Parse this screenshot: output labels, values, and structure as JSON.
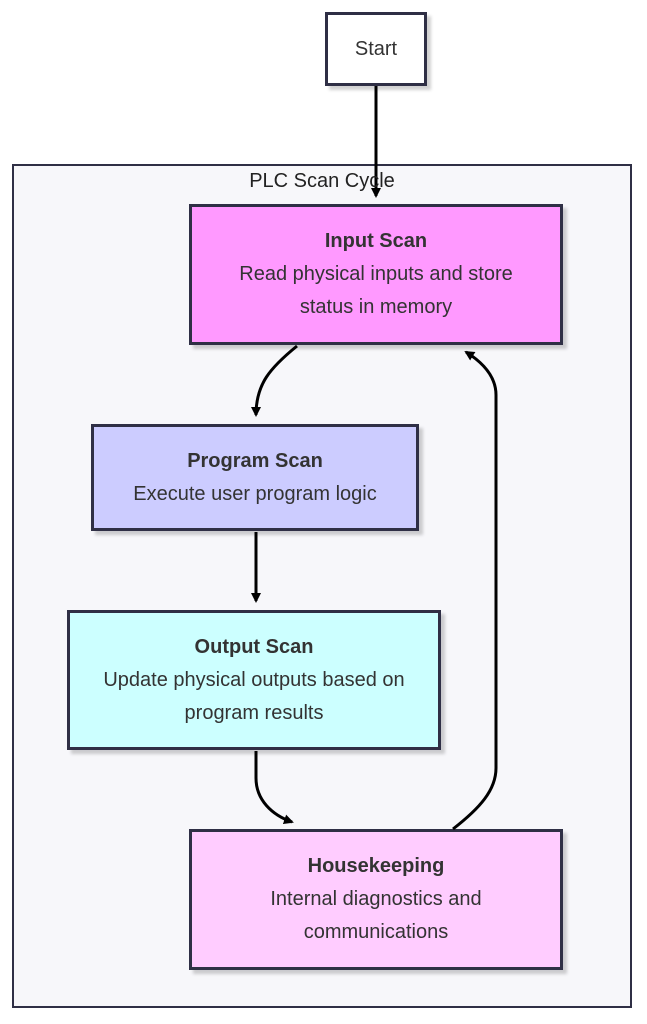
{
  "cluster": {
    "title": "PLC Scan Cycle"
  },
  "nodes": {
    "start": {
      "label": "Start",
      "fill": "#ffffff"
    },
    "input": {
      "title": "Input Scan",
      "desc": "Read physical inputs and store status in memory",
      "fill": "#ff99ff"
    },
    "program": {
      "title": "Program Scan",
      "desc": "Execute user program logic",
      "fill": "#ccccff"
    },
    "output": {
      "title": "Output Scan",
      "desc": "Update physical outputs based on program results",
      "fill": "#ccffff"
    },
    "housekeeping": {
      "title": "Housekeeping",
      "desc": "Internal diagnostics and communications",
      "fill": "#ffccff"
    }
  },
  "colors": {
    "border": "#2f2f45",
    "edge": "#000000",
    "cluster_bg": "#f7f7fa"
  },
  "edges": [
    {
      "from": "start",
      "to": "input"
    },
    {
      "from": "input",
      "to": "program"
    },
    {
      "from": "program",
      "to": "output"
    },
    {
      "from": "output",
      "to": "housekeeping"
    },
    {
      "from": "housekeeping",
      "to": "input"
    }
  ]
}
